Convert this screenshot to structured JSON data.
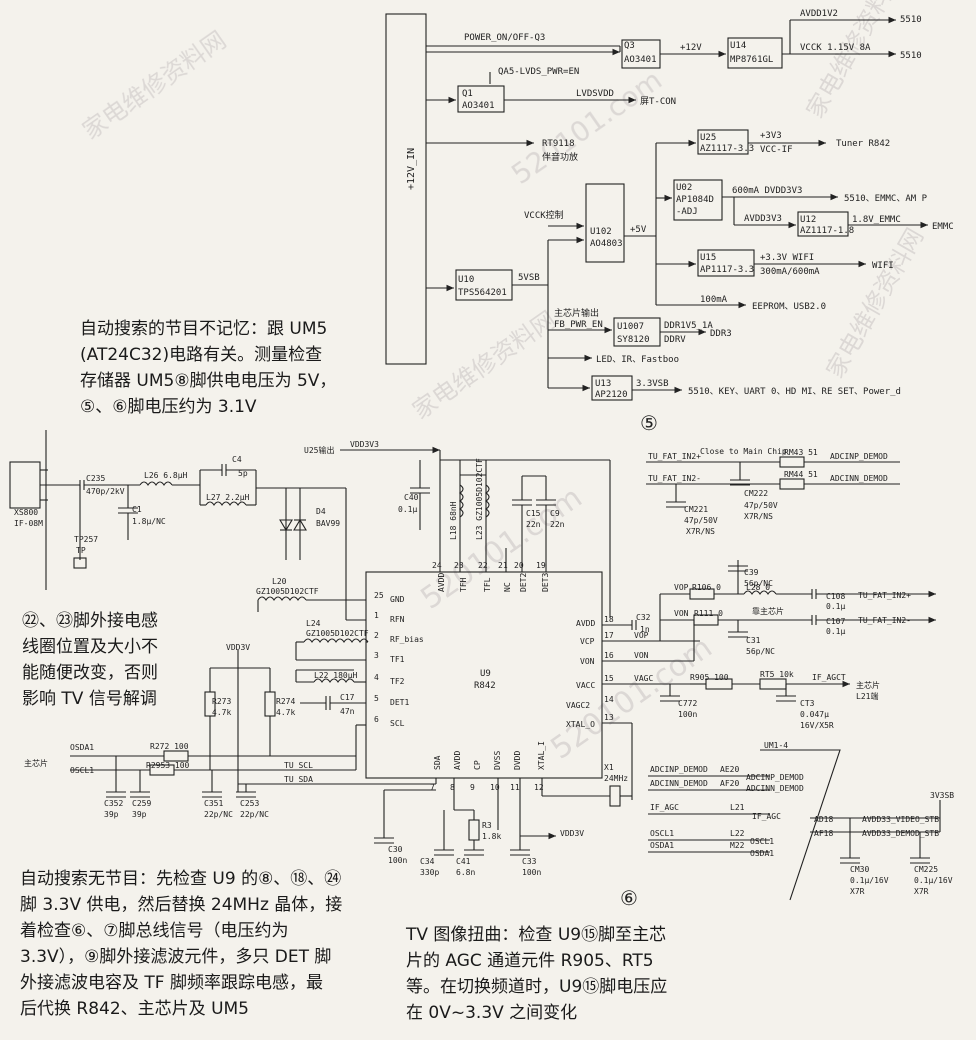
{
  "watermark": "520101.com",
  "watermark_cn": "家电维修资料网",
  "circle5": "⑤",
  "circle6": "⑥",
  "power": {
    "bar_label": "+12V_IN",
    "power_on_off": "POWER_ON/OFF-Q3",
    "q3_name": "Q3",
    "q3_part": "AO3401",
    "plus12v": "+12V",
    "u14_name": "U14",
    "u14_part": "MP8761GL",
    "avdd1v2": "AVDD1V2",
    "vcck": "VCCK 1.15V 8A",
    "to5510": "5510",
    "qa5": "QA5-LVDS_PWR=EN",
    "q1_name": "Q1",
    "q1_part": "AO3401",
    "lvdsvdd": "LVDSVDD",
    "screen_tcon": "屏T-CON",
    "rt9118": "RT9118",
    "rt9118_sub": "伴音功放",
    "u25_name": "U25",
    "u25_part": "AZ1117-3.3",
    "u25_out": "+3V3",
    "u25_out2": "VCC-IF",
    "tuner": "Tuner R842",
    "u02_name": "U02",
    "u02_part": "AP1084D",
    "u02_part2": "-ADJ",
    "dvdd": "600mA DVDD3V3",
    "dvdd_to": "5510、EMMC、AM P",
    "avdd3v3": "AVDD3V3",
    "u12_name": "U12",
    "u12_part": "AZ1117-1.8",
    "u12_out": "1.8V_EMMC",
    "emmc": "EMMC",
    "vcck_ctrl": "VCCK控制",
    "u102_name": "U102",
    "u102_part": "AO4803",
    "plus5v": "+5V",
    "u15_name": "U15",
    "u15_part": "AP1117-3.3",
    "wifi_v": "+3.3V WIFI",
    "wifi_i": "300mA/600mA",
    "wifi": "WIFI",
    "u10_name": "U10",
    "u10_part": "TPS564201",
    "vsb5": "5VSB",
    "eeprom": "EEPROM、USB2.0",
    "ma100": "100mA",
    "main_out": "主芯片输出",
    "fb_pwr": "FB_PWR_EN",
    "u1007_name": "U1007",
    "u1007_part": "SY8120",
    "ddr1": "DDR1V5_1A",
    "ddrv": "DDRV",
    "ddr3": "DDR3",
    "led": "LED、IR、Fastboo",
    "u13_name": "U13",
    "u13_part": "AP2120",
    "u13_out": "3.3VSB",
    "u13_to": "5510、KEY、UART 0、HD MI、RE SET、Power_d"
  },
  "tuner": {
    "u25_out": "U25输出",
    "vdd3v3": "VDD3V3",
    "xs800": "XS800",
    "if08m": "IF-08M",
    "c235": "C235",
    "c235_v": "470p/2kV",
    "l26": "L26 6.8μH",
    "c4": "C4",
    "c4_v": "5p",
    "l27": "L27 2.2μH",
    "c1": "C1",
    "c1_v": "1.8μ/NC",
    "d4": "D4",
    "d4_v": "BAV99",
    "tp257": "TP257",
    "tp": "TP",
    "c40": "C40",
    "c40_v": "0.1μ",
    "l18": "L18 68nH",
    "l23": "L23 GZ1005D102CTF",
    "c15": "C15",
    "c15_v": "22n",
    "c9": "C9",
    "c9_v": "22n",
    "l20": "L20",
    "l20_v": "GZ1005D102CTF",
    "l24": "L24",
    "l24_v": "GZ1005D102CTF",
    "l22": "L22 180μH",
    "c17": "C17",
    "c17_v": "47n",
    "vdd3v_a": "VDD3V",
    "r273": "R273",
    "r273_v": "4.7k",
    "r274": "R274",
    "r274_v": "4.7k",
    "osda1": "OSDA1",
    "oscl1": "OSCL1",
    "main_chip": "主芯片",
    "r272": "R272 100",
    "r2953": "R2953 100",
    "c352": "C352",
    "c352_v": "39p",
    "c259": "C259",
    "c259_v": "39p",
    "c351": "C351",
    "c351_v": "22p/NC",
    "c253": "C253",
    "c253_v": "22p/NC",
    "tu_scl": "TU_SCL",
    "tu_sda": "TU_SDA",
    "u9": "U9",
    "r842": "R842",
    "p25": "25",
    "gnd": "GND",
    "p1": "1",
    "rfn": "RFN",
    "p2": "2",
    "rfbias": "RF_bias",
    "p3": "3",
    "tf1": "TF1",
    "p4": "4",
    "tf2": "TF2",
    "p5": "5",
    "det1": "DET1",
    "p6": "6",
    "scl": "SCL",
    "p24": "24",
    "avdd": "AVDD",
    "p23": "23",
    "tfh": "TFH",
    "p22": "22",
    "tfl": "TFL",
    "p21": "21",
    "nc": "NC",
    "p20": "20",
    "det2": "DET2",
    "p19": "19",
    "det3": "DET3",
    "p18": "18",
    "avdd_r": "AVDD",
    "p17": "17",
    "vcp": "VCP",
    "p16": "16",
    "von": "VON",
    "p15": "15",
    "vagc": "VACC",
    "p14": "14",
    "vagc2": "VAGC2",
    "p13": "13",
    "xtal_o": "XTAL_O",
    "p7": "7",
    "sda": "SDA",
    "p8": "8",
    "avdd_b": "AVDD",
    "p9": "9",
    "cp": "CP",
    "p10": "10",
    "dvss": "DVSS",
    "p11": "11",
    "dvdd": "DVDD",
    "p12": "12",
    "xtal_i": "XTAL_I",
    "c32": "C32",
    "c32_v": "1n",
    "vop": "VOP",
    "von_lbl": "VON",
    "vagc_lbl": "VAGC",
    "r106": "R106 0",
    "r111": "R111 0",
    "l28": "L28 0",
    "near": "靠主芯片",
    "c39": "C39",
    "c39_v": "56p/NC",
    "c31": "C31",
    "c31_v": "56p/NC",
    "c108": "C108",
    "c108_v": "0.1μ",
    "c107": "C107",
    "c107_v": "0.1μ",
    "tu_in2p": "TU_FAT_IN2+",
    "tu_in2n": "TU_FAT_IN2-",
    "r905": "R905 100",
    "rt5": "RT5 10k",
    "if_agct": "IF_AGCT",
    "main_l21": "主芯片",
    "l21": "L21端",
    "c772": "C772",
    "c772_v": "100n",
    "ct3": "CT3",
    "ct3_v": "0.047μ",
    "ct3_v2": "16V/X5R",
    "x1": "X1",
    "x1_v": "24MHz",
    "c30": "C30",
    "c30_v": "100n",
    "r3": "R3",
    "r3_v": "1.8k",
    "c34": "C34",
    "c34_v": "330p",
    "c41": "C41",
    "c41_v": "6.8n",
    "c33": "C33",
    "c33_v": "100n",
    "vdd3v_b": "VDD3V"
  },
  "demod": {
    "in2p": "TU_FAT_IN2+",
    "close": "Close to Main Chip",
    "in2n": "TU_FAT_IN2-",
    "rm43": "RM43 51",
    "rm44": "RM44 51",
    "adcinp": "ADCINP_DEMOD",
    "adcinn": "ADCINN_DEMOD",
    "cm221": "CM221",
    "cm221_v": "47p/50V",
    "cm221_v2": "X7R/NS",
    "cm222": "CM222",
    "cm222_v": "47p/50V",
    "cm222_v2": "X7R/NS",
    "um1": "UM1-4",
    "ae20": "AE20",
    "af20": "AF20",
    "adcinp_pin": "ADCINP_DEMOD",
    "adcinn_pin": "ADCINN_DEMOD",
    "if_agc": "IF_AGC",
    "l21": "L21",
    "if_agc_pin": "IF_AGC",
    "l22": "L22",
    "m22": "M22",
    "oscl1": "OSCL1",
    "osda1": "OSDA1",
    "av3v3sb": "3V3SB",
    "ad18": "AD18",
    "af18": "AF18",
    "avdd33_video": "AVDD33_VIDEO_STB",
    "avdd33_demod": "AVDD33_DEMOD_STB",
    "cm30": "CM30",
    "cm30_v": "0.1μ/16V",
    "cm30_v2": "X7R",
    "cm225": "CM225",
    "cm225_v": "0.1μ/16V",
    "cm225_v2": "X7R"
  },
  "notes": {
    "n1": [
      "自动搜索的节目不记忆：跟 UM5",
      "(AT24C32)电路有关。测量检查",
      "存储器 UM5⑧脚供电电压为 5V，",
      "⑤、⑥脚电压约为 3.1V"
    ],
    "n2": [
      "㉒、㉓脚外接电感",
      "线圈位置及大小不",
      "能随便改变，否则",
      "影响 TV 信号解调"
    ],
    "n3": [
      "自动搜索无节目：先检查 U9 的⑧、⑱、㉔",
      "脚 3.3V 供电，然后替换 24MHz 晶体，接",
      "着检查⑥、⑦脚总线信号（电压约为",
      "3.3V），⑨脚外接滤波元件，多只 DET 脚",
      "外接滤波电容及 TF 脚频率跟踪电感，最",
      "后代换 R842、主芯片及 UM5"
    ],
    "n4": [
      "TV 图像扭曲：检查 U9⑮脚至主芯",
      "片的 AGC 通道元件 R905、RT5",
      "等。在切换频道时，U9⑮脚电压应",
      "在 0V~3.3V 之间变化"
    ]
  }
}
